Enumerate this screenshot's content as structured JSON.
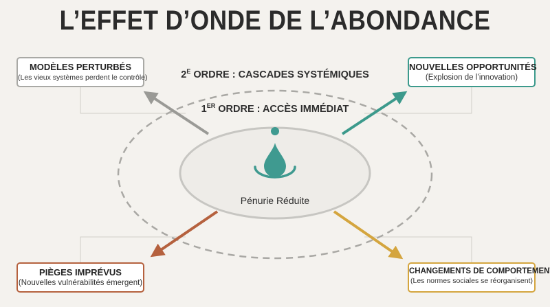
{
  "title": "L’EFFET D’ONDE DE L’ABONDANCE",
  "order2": {
    "num": "2",
    "sup": "E",
    "text": " ORDRE : CASCADES SYSTÉMIQUES"
  },
  "order1": {
    "num": "1",
    "sup": "ER",
    "text": " ORDRE : ACCÈS IMMÉDIAT"
  },
  "center_label": "Pénurie Réduite",
  "boxes": {
    "top_left": {
      "title": "MODÈLES PERTURBÉS",
      "subtitle": "(Les vieux systèmes perdent le contrôle)"
    },
    "top_right": {
      "title": "NOUVELLES OPPORTUNITÉS",
      "subtitle": "(Explosion de l’innovation)"
    },
    "bottom_left": {
      "title": "PIÈGES IMPRÉVUS",
      "subtitle": "(Nouvelles vulnérabilités émergent)"
    },
    "bottom_right": {
      "title": "CHANGEMENTS DE COMPORTEMENT",
      "subtitle": "(Les normes sociales se réorganisent)"
    }
  },
  "colors": {
    "grey": "#9a9a96",
    "teal": "#3c9a8c",
    "rust": "#b5613e",
    "gold": "#d4a53e",
    "drop": "#3f9a90"
  },
  "icons": [
    "water-drop-icon"
  ]
}
